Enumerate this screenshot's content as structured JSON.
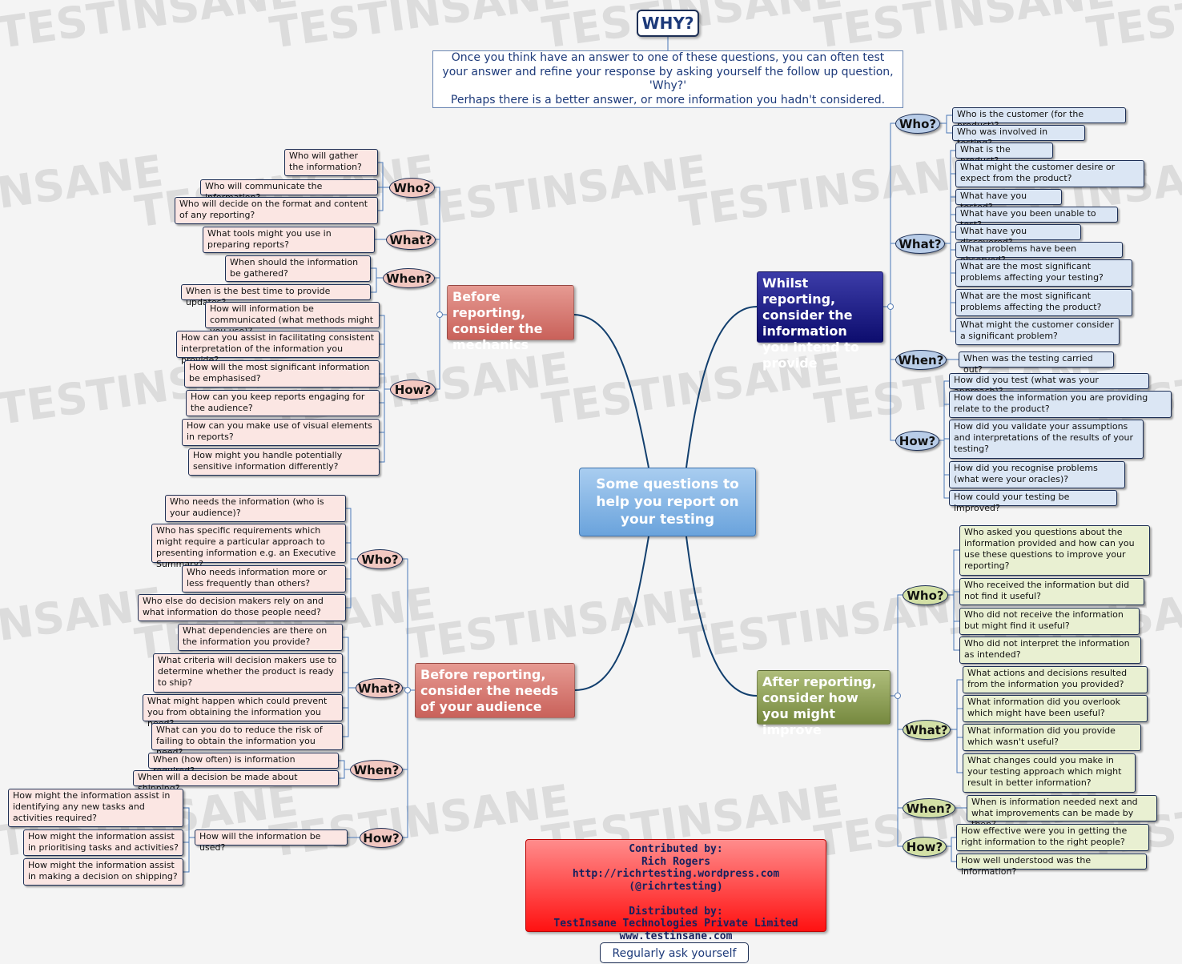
{
  "colors": {
    "connector": "#4a79b8",
    "main_branch": "#123f6e",
    "red_branch": "#c9615a",
    "blue_branch": "#0d0d6e",
    "green_branch": "#76893f",
    "central": "#6aa3dc",
    "credits": "#ff1111"
  },
  "watermark": {
    "text": "TESTINSANE"
  },
  "why": {
    "label": "WHY?",
    "note": [
      "Once you think have an answer to one of these questions, you can often test",
      "your answer and refine your response by asking yourself the follow up question,",
      "'Why?'",
      "Perhaps there is a better answer, or more information you hadn't considered."
    ]
  },
  "central": {
    "title": "Some questions to help you report on your testing"
  },
  "branches": {
    "mechanics": {
      "title": "Before reporting, consider the mechanics",
      "who": {
        "label": "Who?",
        "items": [
          "Who will gather the information?",
          "Who will communicate the information?",
          "Who will decide on the format and content of any reporting?"
        ]
      },
      "what": {
        "label": "What?",
        "items": [
          "What tools might you use in preparing reports?"
        ]
      },
      "when": {
        "label": "When?",
        "items": [
          "When should the information be gathered?",
          "When is the best time to provide updates?"
        ]
      },
      "how": {
        "label": "How?",
        "items": [
          "How will information be communicated (what methods might you use)?",
          "How can you assist in facilitating consistent interpretation of the information you provide?",
          "How will the most significant information be emphasised?",
          "How can you keep reports engaging for the audience?",
          "How can you make use of visual elements in reports?",
          "How might you handle potentially sensitive information differently?"
        ]
      }
    },
    "audience": {
      "title": "Before reporting, consider the needs of your audience",
      "who": {
        "label": "Who?",
        "items": [
          "Who needs the information (who is your audience)?",
          "Who has specific requirements which might require a particular approach to presenting information e.g. an Executive Summary?",
          "Who needs information more or less frequently than others?",
          "Who else do decision makers rely on and what information do those people need?"
        ]
      },
      "what": {
        "label": "What?",
        "items": [
          "What dependencies are there on the information you provide?",
          "What criteria will decision makers use to determine whether the product is ready to ship?",
          "What might happen which could prevent you from obtaining the information you need?",
          "What can you do to reduce the risk of failing to obtain the information you need?"
        ]
      },
      "when": {
        "label": "When?",
        "items": [
          "When (how often) is information required?",
          "When will a decision be made about shipping?"
        ]
      },
      "how": {
        "label": "How?",
        "item": "How will the information be used?",
        "subitems": [
          "How might the information assist in identifying any new tasks and activities required?",
          "How might the information assist in prioritising tasks and activities?",
          "How might the information assist in making a decision on shipping?"
        ]
      }
    },
    "whilst": {
      "title": "Whilst reporting, consider the information you intend to provide",
      "who": {
        "label": "Who?",
        "items": [
          "Who is the customer (for the product)?",
          "Who was involved in testing?"
        ]
      },
      "what": {
        "label": "What?",
        "items": [
          "What is the product?",
          "What might the customer desire or expect from the product?",
          "What have you tested?",
          "What have you been unable to test?",
          "What have you discovered?",
          "What problems have been observed?",
          "What are the most significant problems affecting your testing?",
          "What are the most significant problems affecting the product?",
          "What might the customer consider a significant problem?"
        ]
      },
      "when": {
        "label": "When?",
        "items": [
          "When was the testing carried out?"
        ]
      },
      "how": {
        "label": "How?",
        "items": [
          "How did you test (what was your approach)?",
          "How does the information you are providing relate to the product?",
          "How did you validate your assumptions and interpretations of the results of your testing?",
          "How did you recognise problems (what were your oracles)?",
          "How could your testing be improved?"
        ]
      }
    },
    "after": {
      "title": "After reporting, consider how you might improve",
      "who": {
        "label": "Who?",
        "items": [
          "Who asked you questions about the information provided and how can you use these questions to improve your reporting?",
          "Who received the information but did not find it useful?",
          "Who did not receive the information but might find it useful?",
          "Who did not interpret the information as intended?"
        ]
      },
      "what": {
        "label": "What?",
        "items": [
          "What actions and decisions resulted from the information you provided?",
          "What information did you overlook which might have been useful?",
          "What information did you provide which wasn't useful?",
          "What changes could you make in your testing approach which might result in better information?"
        ]
      },
      "when": {
        "label": "When?",
        "items": [
          "When is information needed next and what improvements can be made by then?"
        ]
      },
      "how": {
        "label": "How?",
        "items": [
          "How effective were you in getting the right information to the right people?",
          "How well understood was the information?"
        ]
      }
    }
  },
  "credits": {
    "lines": [
      "Contributed by:",
      "Rich Rogers",
      "http://richrtesting.wordpress.com (@richrtesting)",
      "",
      "Distributed by:",
      "TestInsane Technologies Private Limited",
      "www.testinsane.com"
    ]
  },
  "footer": {
    "label": "Regularly ask yourself"
  }
}
